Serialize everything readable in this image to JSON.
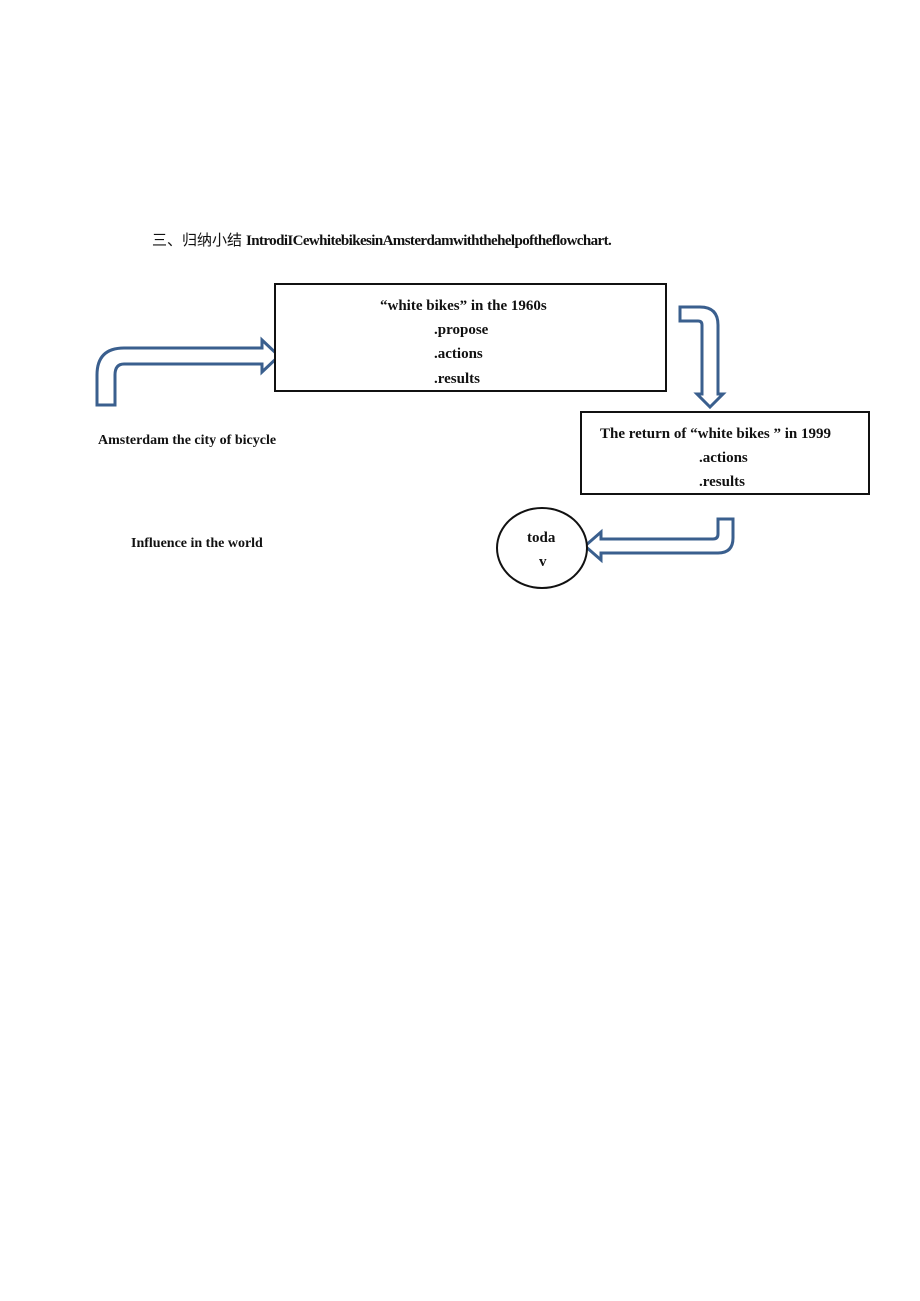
{
  "heading": {
    "section_prefix": "三、归纳小结",
    "instruction": "IntrodiICewhitebikesinAmsterdamwiththehelpoftheflowchart."
  },
  "box_1960s": {
    "title": "“white bikes” in the 1960s",
    "items": [
      ".propose",
      ".actions",
      ".results"
    ]
  },
  "box_1999": {
    "title": "The return of “white bikes ” in 1999",
    "items": [
      ".actions",
      ".results"
    ]
  },
  "labels": {
    "amsterdam": "Amsterdam the city of bicycle",
    "influence": "Influence in the world"
  },
  "today_circle": {
    "line1": "toda",
    "line2": "v"
  },
  "colors": {
    "arrow_stroke": "#3a5f8e",
    "box_border": "#111111"
  }
}
